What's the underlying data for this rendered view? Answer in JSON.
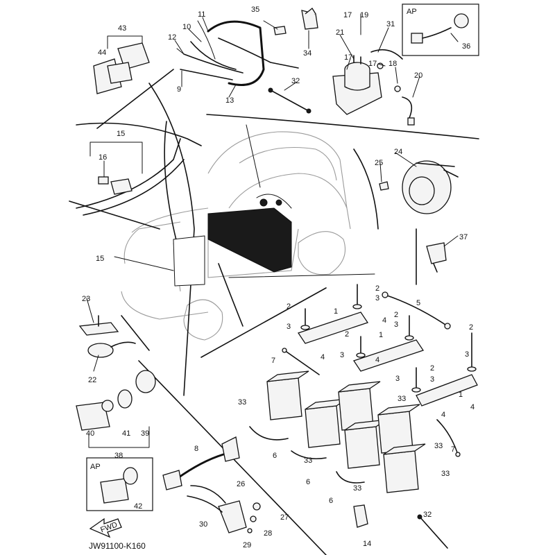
{
  "figure": {
    "code": "JW91100-K160",
    "fwd_label": "FWD",
    "ap_label": "AP"
  },
  "callouts": [
    {
      "id": "c1",
      "text": "43"
    },
    {
      "id": "c2",
      "text": "44"
    },
    {
      "id": "c3",
      "text": "11"
    },
    {
      "id": "c4",
      "text": "10"
    },
    {
      "id": "c5",
      "text": "12"
    },
    {
      "id": "c6",
      "text": "9"
    },
    {
      "id": "c7",
      "text": "13"
    },
    {
      "id": "c8",
      "text": "35"
    },
    {
      "id": "c9",
      "text": "34"
    },
    {
      "id": "c10",
      "text": "32"
    },
    {
      "id": "c11",
      "text": "17"
    },
    {
      "id": "c12",
      "text": "19"
    },
    {
      "id": "c13",
      "text": "21"
    },
    {
      "id": "c14",
      "text": "31"
    },
    {
      "id": "c15",
      "text": "17"
    },
    {
      "id": "c16",
      "text": "17"
    },
    {
      "id": "c17",
      "text": "18"
    },
    {
      "id": "c18",
      "text": "20"
    },
    {
      "id": "c19",
      "text": "36"
    },
    {
      "id": "c20",
      "text": "15"
    },
    {
      "id": "c21",
      "text": "16"
    },
    {
      "id": "c22",
      "text": "24"
    },
    {
      "id": "c23",
      "text": "25"
    },
    {
      "id": "c24",
      "text": "37"
    },
    {
      "id": "c25",
      "text": "15"
    },
    {
      "id": "c26",
      "text": "23"
    },
    {
      "id": "c27",
      "text": "22"
    },
    {
      "id": "c28",
      "text": "2"
    },
    {
      "id": "c29",
      "text": "3"
    },
    {
      "id": "c30",
      "text": "1"
    },
    {
      "id": "c31",
      "text": "2"
    },
    {
      "id": "c32",
      "text": "3"
    },
    {
      "id": "c33",
      "text": "4"
    },
    {
      "id": "c34",
      "text": "5"
    },
    {
      "id": "c35",
      "text": "2"
    },
    {
      "id": "c36",
      "text": "3"
    },
    {
      "id": "c37",
      "text": "2"
    },
    {
      "id": "c38",
      "text": "3"
    },
    {
      "id": "c39",
      "text": "4"
    },
    {
      "id": "c40",
      "text": "1"
    },
    {
      "id": "c41",
      "text": "7"
    },
    {
      "id": "c42",
      "text": "4"
    },
    {
      "id": "c43",
      "text": "2"
    },
    {
      "id": "c44",
      "text": "3"
    },
    {
      "id": "c45",
      "text": "3"
    },
    {
      "id": "c46",
      "text": "2"
    },
    {
      "id": "c47",
      "text": "3"
    },
    {
      "id": "c48",
      "text": "1"
    },
    {
      "id": "c49",
      "text": "4"
    },
    {
      "id": "c50",
      "text": "4"
    },
    {
      "id": "c51",
      "text": "7"
    },
    {
      "id": "c52",
      "text": "33"
    },
    {
      "id": "c53",
      "text": "33"
    },
    {
      "id": "c54",
      "text": "6"
    },
    {
      "id": "c55",
      "text": "33"
    },
    {
      "id": "c56",
      "text": "33"
    },
    {
      "id": "c57",
      "text": "6"
    },
    {
      "id": "c58",
      "text": "33"
    },
    {
      "id": "c59",
      "text": "33"
    },
    {
      "id": "c60",
      "text": "6"
    },
    {
      "id": "c61",
      "text": "40"
    },
    {
      "id": "c62",
      "text": "41"
    },
    {
      "id": "c63",
      "text": "39"
    },
    {
      "id": "c64",
      "text": "38"
    },
    {
      "id": "c65",
      "text": "8"
    },
    {
      "id": "c66",
      "text": "42"
    },
    {
      "id": "c67",
      "text": "26"
    },
    {
      "id": "c68",
      "text": "30"
    },
    {
      "id": "c69",
      "text": "27"
    },
    {
      "id": "c70",
      "text": "28"
    },
    {
      "id": "c71",
      "text": "29"
    },
    {
      "id": "c72",
      "text": "14"
    },
    {
      "id": "c73",
      "text": "32"
    }
  ]
}
